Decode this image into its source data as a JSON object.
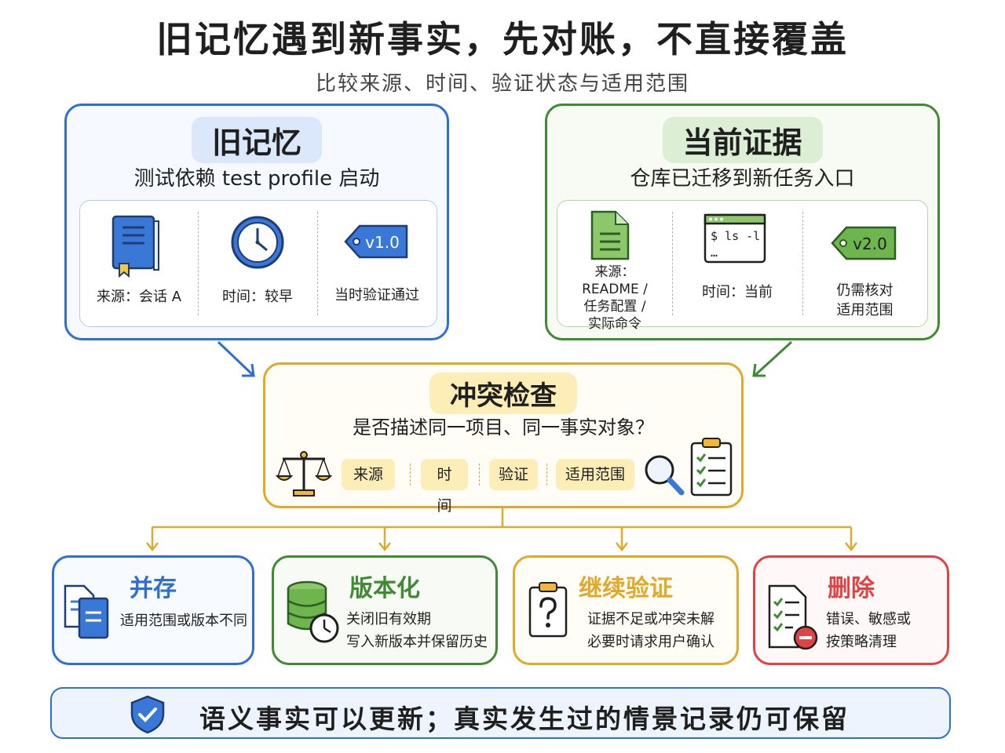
{
  "title": "旧记忆遇到新事实，先对账，不直接覆盖",
  "subtitle": "比较来源、时间、验证状态与适用范围",
  "old_memory": {
    "heading": "旧记忆",
    "description": "测试依赖 test profile 启动",
    "source": "来源：会话 A",
    "time": "时间：较早",
    "status": "当时验证通过",
    "version_tag": "v1.0"
  },
  "current_evidence": {
    "heading": "当前证据",
    "description": "仓库已迁移到新任务入口",
    "source_lines": [
      "来源：",
      "README /",
      "任务配置 /",
      "实际命令"
    ],
    "terminal_text": "$ ls -l",
    "terminal_dots": "…",
    "time": "时间：当前",
    "status_lines": [
      "仍需核对",
      "适用范围"
    ],
    "version_tag": "v2.0"
  },
  "conflict_check": {
    "heading": "冲突检查",
    "question": "是否描述同一项目、同一事实对象？",
    "criteria": [
      "来源",
      "时间",
      "验证",
      "适用范围"
    ]
  },
  "outcomes": [
    {
      "title": "并存",
      "lines": [
        "适用范围或版本不同"
      ],
      "color": "#2f6fd1"
    },
    {
      "title": "版本化",
      "lines": [
        "关闭旧有效期",
        "写入新版本并保留历史"
      ],
      "color": "#3f8a32"
    },
    {
      "title": "继续验证",
      "lines": [
        "证据不足或冲突未解",
        "必要时请求用户确认"
      ],
      "color": "#e0a92b"
    },
    {
      "title": "删除",
      "lines": [
        "错误、敏感或",
        "按策略清理"
      ],
      "color": "#e04343"
    }
  ],
  "footer": "语义事实可以更新；真实发生过的情景记录仍可保留",
  "icons": {
    "old": [
      "book-icon",
      "clock-icon",
      "tag-icon"
    ],
    "new": [
      "document-icon",
      "terminal-icon",
      "tag-icon"
    ],
    "conflict": [
      "scale-icon",
      "magnifier-icon",
      "checklist-icon"
    ],
    "outcomes": [
      "copy-docs-icon",
      "database-clock-icon",
      "question-clipboard-icon",
      "delete-checklist-icon"
    ],
    "footer": "shield-check-icon"
  }
}
